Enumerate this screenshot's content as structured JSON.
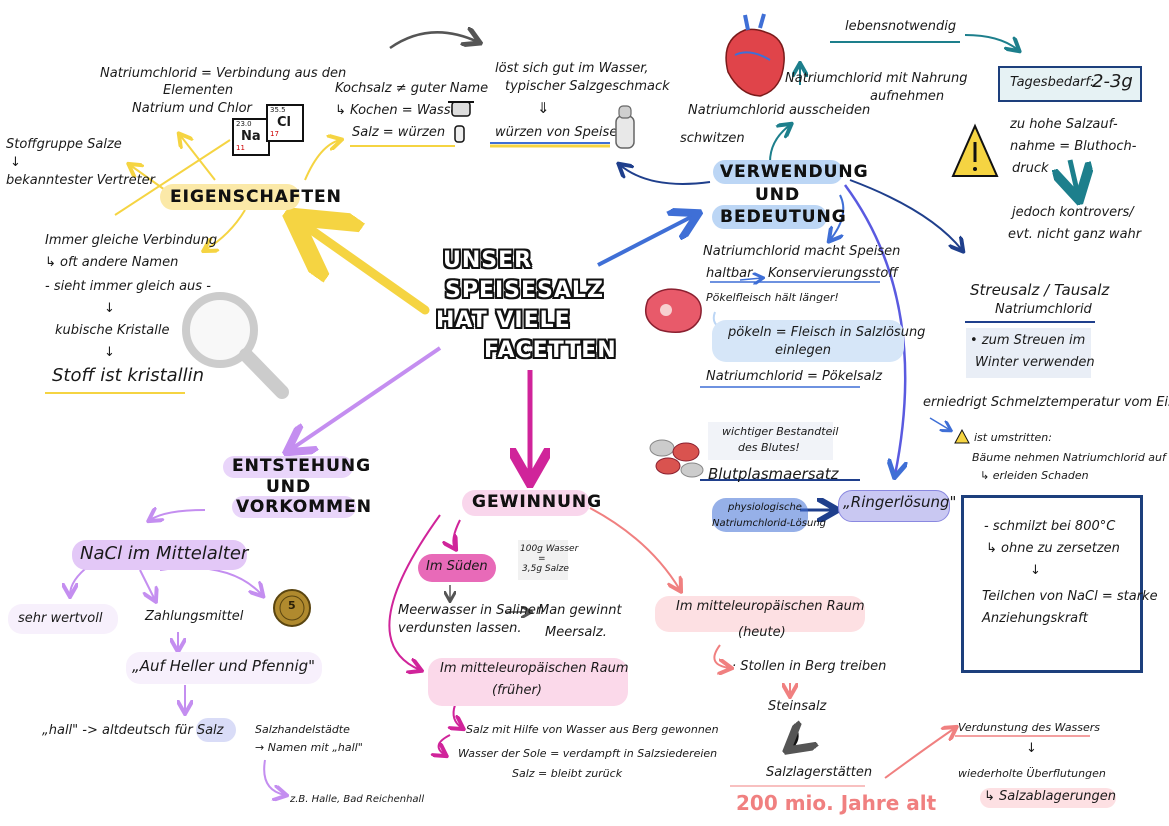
{
  "title_lines": [
    "UNSER",
    "SPEISESALZ",
    "HAT VIELE",
    "FACETTEN"
  ],
  "eigenschaften": {
    "heading": "EIGENSCHAFTEN",
    "natriumchlorid_def_1": "Natriumchlorid = Verbindung aus den",
    "natriumchlorid_def_2": "Elementen",
    "natriumchlorid_def_3": "Natrium und Chlor",
    "element_na": "Na",
    "element_na_num": "11",
    "element_na_mass": "23.0",
    "element_cl": "Cl",
    "element_cl_num": "17",
    "element_cl_mass": "35.5",
    "stoffgruppe_1": "Stoffgruppe Salze",
    "stoffgruppe_arrow": "↓",
    "stoffgruppe_2": "bekanntester Vertreter",
    "immer_1": "Immer gleiche Verbindung",
    "immer_2": "↳ oft andere Namen",
    "immer_3": "- sieht immer gleich aus -",
    "immer_arrow_1": "↓",
    "kubisch": "kubische Kristalle",
    "immer_arrow_2": "↓",
    "stoff": "Stoff ist kristallin",
    "kochsalz_1": "Kochsalz ≠ guter Name",
    "kochsalz_2": "↳ Kochen = Wasser",
    "kochsalz_3": "Salz = würzen",
    "loest_1": "löst sich gut im Wasser,",
    "loest_2": "typischer Salzgeschmack",
    "loest_arrow": "⇓",
    "wuerzen": "würzen von Speisen"
  },
  "verwendung": {
    "heading_1": "VERWENDUNG",
    "heading_2": "UND",
    "heading_3": "BEDEUTUNG",
    "lebensnotwendig": "lebensnotwendig",
    "tagesbedarf_label": "Tagesbedarf:",
    "tagesbedarf_value": "2-3g",
    "nahrung_1": "Natriumchlorid mit Nahrung",
    "nahrung_2": "aufnehmen",
    "ausscheiden": "Natriumchlorid ausscheiden",
    "schwitzen": "schwitzen",
    "zu_hohe_1": "zu hohe Salzauf-",
    "zu_hohe_2": "nahme = Bluthoch-",
    "zu_hohe_3": "druck",
    "jedoch_1": "jedoch kontrovers/",
    "jedoch_2": "evt. nicht ganz wahr",
    "haltbar_1": "Natriumchlorid macht Speisen",
    "haltbar_2": "haltbar",
    "konservierung": "Konservierungsstoff",
    "poekelfleisch": "Pökelfleisch hält länger!",
    "poekeln_1": "pökeln = Fleisch in Salzlösung",
    "poekeln_2": "einlegen",
    "poekelsalz": "Natriumchlorid = Pökelsalz",
    "streusalz": "Streusalz / Tausalz",
    "streusalz_sub": "Natriumchlorid",
    "streuen_1": "• zum Streuen im",
    "streuen_2": "Winter verwenden",
    "schmelz": "erniedrigt Schmelztemperatur vom Eis",
    "umstritten_1": "ist umstritten:",
    "umstritten_2": "Bäume nehmen Natriumchlorid auf",
    "umstritten_3": "↳ erleiden Schaden",
    "bestandteil_1": "wichtiger Bestandteil",
    "bestandteil_2": "des Blutes!",
    "blutplasma": "Blutplasmaersatz",
    "physiologisch_1": "physiologische",
    "physiologisch_2": "Natriumchlorid-Lösung",
    "ringer": "„Ringerlösung\"",
    "schmilzt_1": "- schmilzt bei 800°C",
    "schmilzt_2": "↳ ohne zu zersetzen",
    "schmilzt_arrow": "↓",
    "teilchen_1": "Teilchen von NaCl = starke",
    "teilchen_2": "Anziehungskraft"
  },
  "entstehung": {
    "heading_1": "ENTSTEHUNG",
    "heading_2": "UND",
    "heading_3": "VORKOMMEN",
    "nacl": "NaCl im Mittelalter",
    "wertvoll": "sehr wertvoll",
    "zahlungsmittel": "Zahlungsmittel",
    "coin": "5",
    "heller": "„Auf Heller und Pfennig\"",
    "hall": "„hall\" -> altdeutsch für Salz",
    "handel_1": "Salzhandelstädte",
    "handel_2": "→ Namen mit „hall\"",
    "handel_3": "z.B. Halle, Bad Reichenhall"
  },
  "gewinnung": {
    "heading": "GEWINNUNG",
    "sueden": "Im Süden",
    "wasser_1": "100g Wasser",
    "wasser_2": "=",
    "wasser_3": "3,5g Salze",
    "meerwasser_1": "Meerwasser in Salinen",
    "meerwasser_2": "verdunsten lassen.",
    "meersalz_1": "Man gewinnt",
    "meersalz_2": "Meersalz.",
    "mittel_frueher_1": "Im mitteleuropäischen Raum",
    "mittel_frueher_2": "(früher)",
    "salz_berg": "Salz mit Hilfe von Wasser aus Berg gewonnen",
    "sole_1": "Wasser der Sole = verdampft in Salzsiedereien",
    "sole_2": "Salz = bleibt zurück",
    "mittel_heute_1": "Im mitteleuropäischen Raum",
    "mittel_heute_2": "(heute)",
    "stollen": "· Stollen in Berg treiben",
    "steinsalz": "Steinsalz",
    "lagerstaetten": "Salzlagerstätten",
    "mio": "200 mio. Jahre alt",
    "verdunstung": "Verdunstung des Wassers",
    "verdunstung_arrow": "↓",
    "ueberflutungen": "wiederholte Überflutungen",
    "ablagerungen": "↳ Salzablagerungen"
  },
  "colors": {
    "yellow": "#f5d442",
    "teal": "#1d7f8c",
    "navy": "#1f3f8c",
    "blue": "#3f6fd6",
    "lightblue": "#bcd6f5",
    "purple": "#c48ef0",
    "magenta": "#d0249a",
    "pink": "#f5b8c0",
    "salmon": "#f08080",
    "darknavy": "#1d3f7c"
  }
}
